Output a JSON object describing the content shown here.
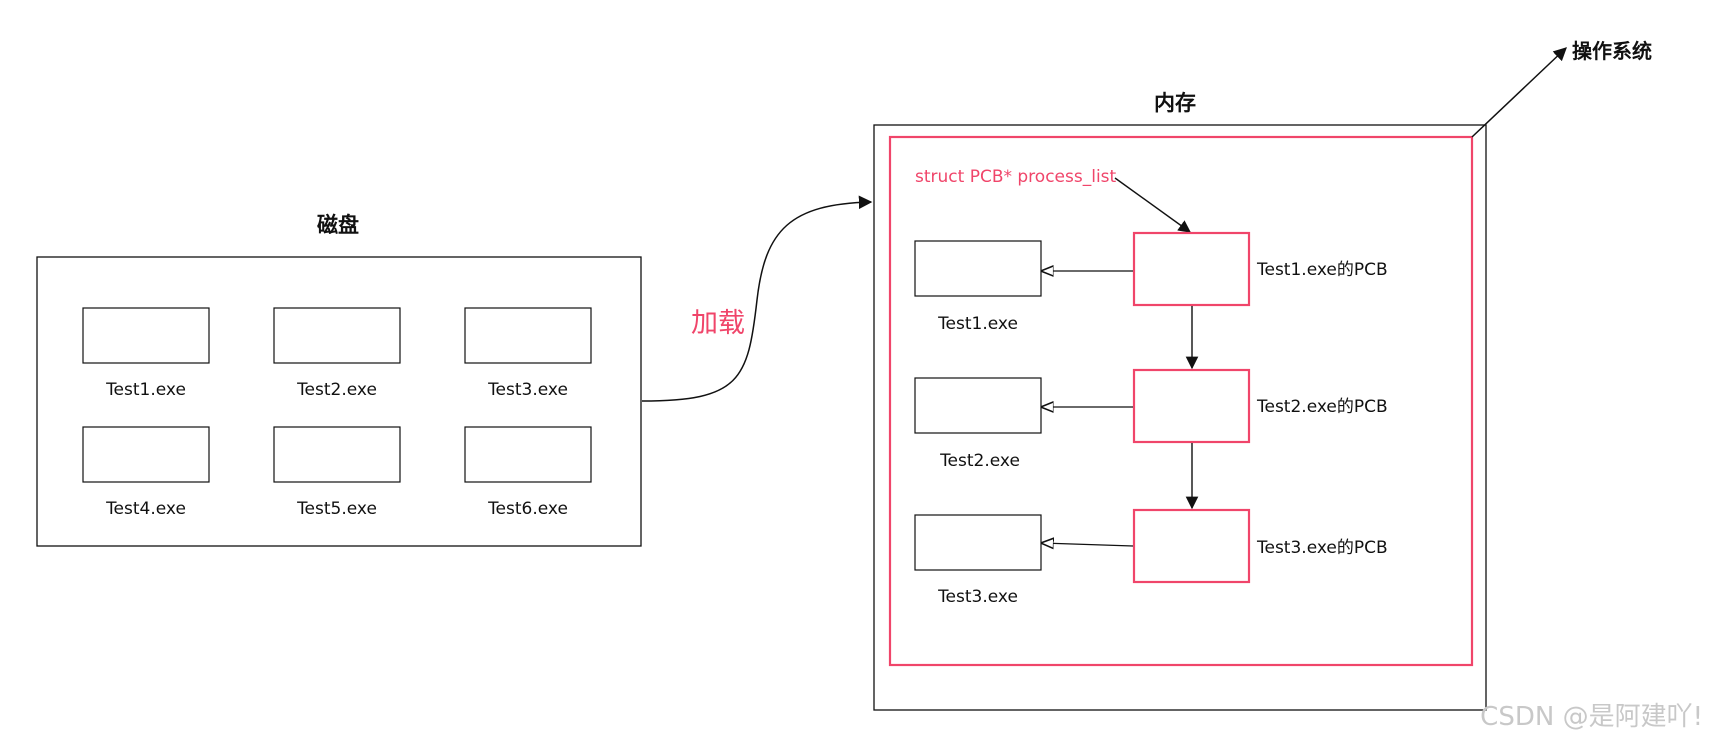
{
  "disk": {
    "title": "磁盘",
    "files": [
      "Test1.exe",
      "Test2.exe",
      "Test3.exe",
      "Test4.exe",
      "Test5.exe",
      "Test6.exe"
    ]
  },
  "load_label": "加载",
  "memory": {
    "title": "内存",
    "process_list_label": "struct PCB* process_list",
    "programs": [
      "Test1.exe",
      "Test2.exe",
      "Test3.exe"
    ],
    "pcbs": [
      "Test1.exe的PCB",
      "Test2.exe的PCB",
      "Test3.exe的PCB"
    ]
  },
  "os_label": "操作系统",
  "watermark": "CSDN @是阿建吖!",
  "colors": {
    "accent": "#f0456a",
    "line": "#111111",
    "watermark": "#c8c8c8"
  }
}
